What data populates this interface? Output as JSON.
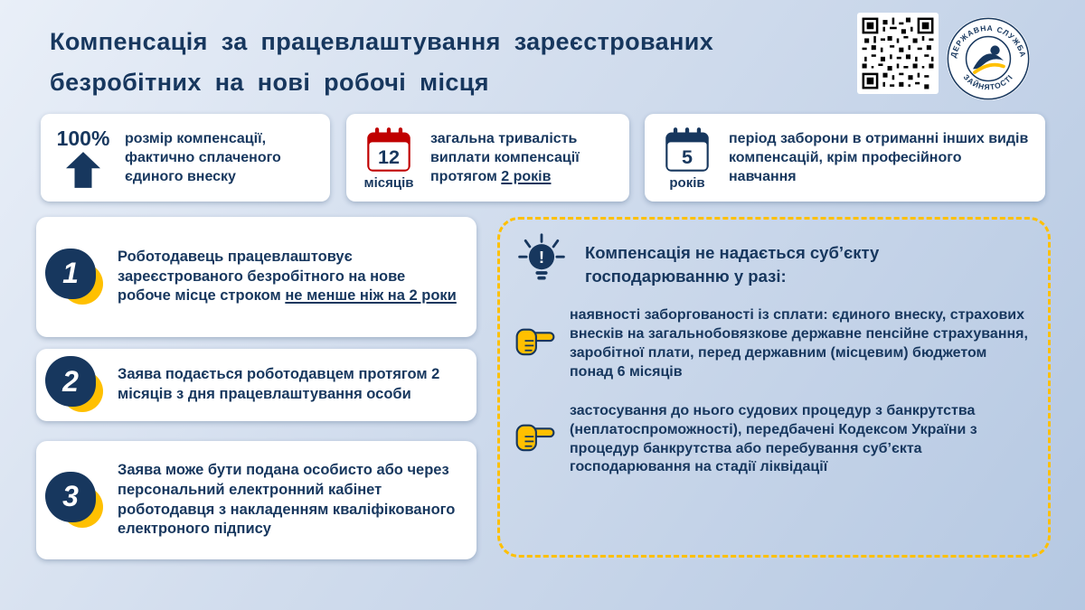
{
  "page": {
    "title_line1": "Компенсація за працевлаштування зареєстрованих",
    "title_line2": "безробітних на нові робочі місця"
  },
  "logo": {
    "arc_top": "ДЕРЖАВНА СЛУЖБА",
    "arc_bottom": "ЗАЙНЯТОСТІ"
  },
  "stats": {
    "s1": {
      "value": "100%",
      "text": "розмір компенсації, фактично сплаченого єдиного внеску"
    },
    "s2": {
      "number": "12",
      "unit": "місяців",
      "text": "загальна тривалість виплати компенсації протягом ",
      "underline": "2 років"
    },
    "s3": {
      "number": "5",
      "unit": "років",
      "text": "період заборони в отриманні інших видів компенсацій, крім професійного навчання"
    }
  },
  "steps": {
    "s1": {
      "number": "1",
      "text": "Роботодавець працевлаштовує зареєстрованого безробітного на нове робоче місце строком ",
      "underline": "не менше ніж на 2 роки"
    },
    "s2": {
      "number": "2",
      "text": "Заява подається роботодавцем протягом 2 місяців з дня працевлаштування особи"
    },
    "s3": {
      "number": "3",
      "text": "Заява може бути подана особисто або через персональний електронний кабінет роботодавця з накладенням кваліфікованого електроного підпису"
    }
  },
  "warning": {
    "heading": "Компенсація не надається суб’єкту господарюванню у разі:",
    "item1": "наявності заборгованості із сплати: єдиного внеску, страхових внесків на загальнобовязкове державне пенсійне страхування, заробітної плати, перед державним (місцевим) бюджетом понад 6 місяців",
    "item2": "застосування до нього судових процедур з банкрутства (неплатоспроможності), передбачені Кодексом України з процедур банкрутства або перебування суб’єкта господарювання на стадії ліквідації"
  },
  "colors": {
    "navy": "#17375e",
    "yellow": "#ffc000",
    "red": "#c00000",
    "bg_top": "#e9eff8",
    "bg_bottom": "#b5c8e2"
  }
}
